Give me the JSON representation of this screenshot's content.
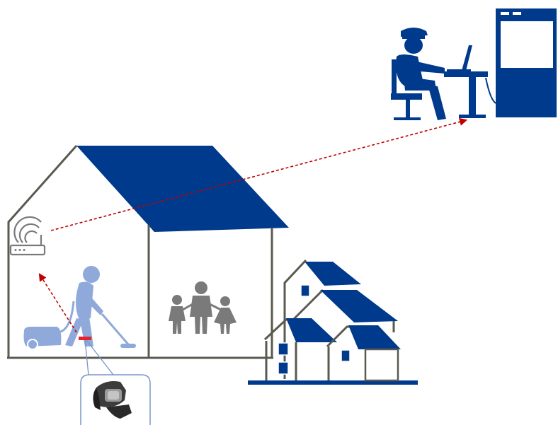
{
  "diagram": {
    "title": "",
    "colors": {
      "roof_blue": "#003a8c",
      "wall_line": "#5a5a50",
      "person_light": "#8fa9da",
      "person_gray": "#7a7a7a",
      "link_red": "#c00000",
      "callout_border": "#7a95c9"
    },
    "icons": [
      "police-officer-icon",
      "computer-workstation-icon",
      "house-icon",
      "wifi-router-icon",
      "vacuuming-person-icon",
      "family-icon",
      "neighborhood-houses-icon",
      "ankle-monitor-icon"
    ],
    "connections": [
      {
        "from": "ankle-monitor",
        "to": "wifi-router",
        "style": "dashed"
      },
      {
        "from": "wifi-router",
        "to": "monitoring-station",
        "style": "dashed"
      }
    ]
  }
}
